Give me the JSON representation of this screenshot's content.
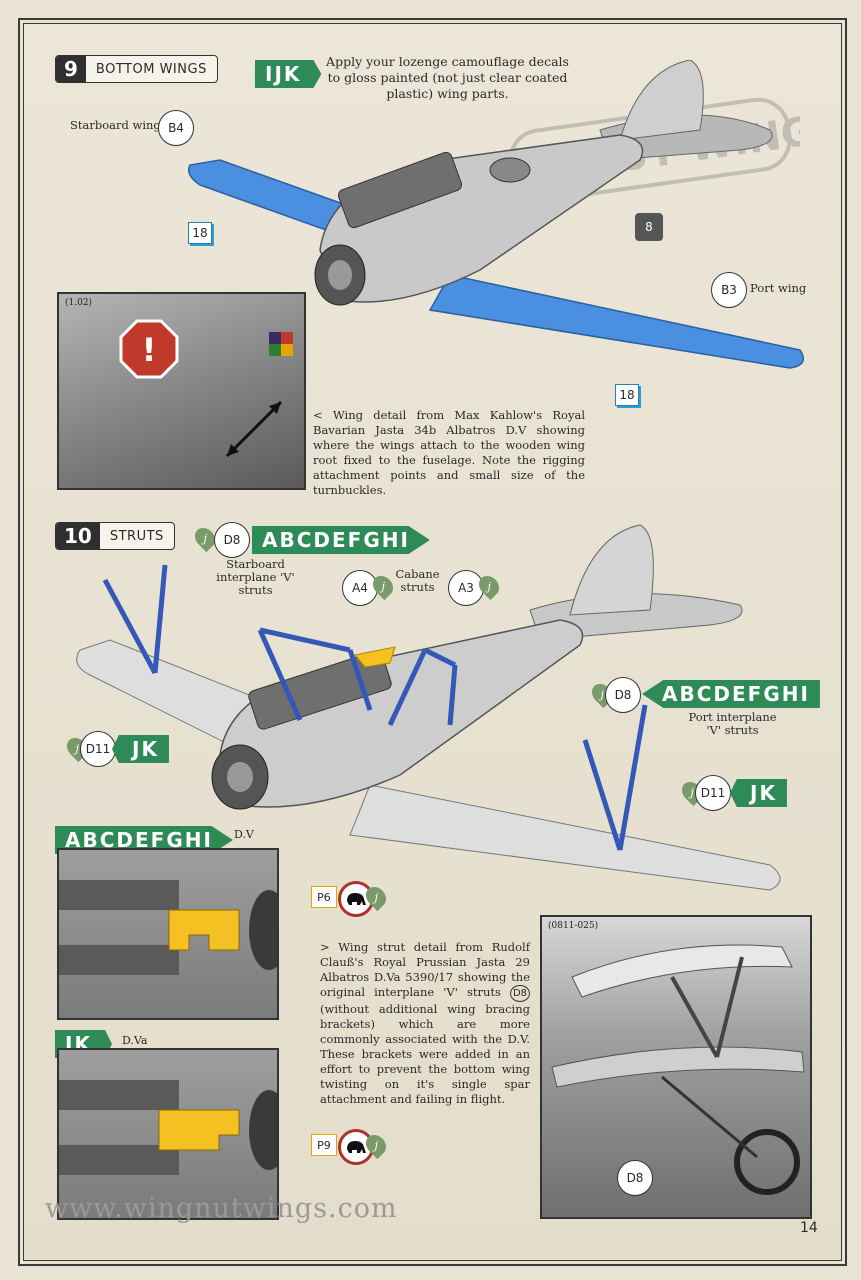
{
  "step9": {
    "number": "9",
    "title": "BOTTOM WINGS",
    "tag": "IJK",
    "instruction": "Apply your lozenge camouflage decals to gloss painted (not just clear coated plastic) wing parts.",
    "starboard_label": "Starboard wing",
    "port_label": "Port wing",
    "part_starboard": "B4",
    "part_port": "B3",
    "part_fuselage": "8",
    "decal_18_a": "18",
    "decal_18_b": "18",
    "photo_ref": "(1.02)",
    "photo_caption": "< Wing detail from Max Kahlow's Royal Bavarian Jasta 34b Albatros D.V showing where the wings attach to the wooden wing root fixed to the fuselage. Note the rigging attachment points and small size of the turnbuckles."
  },
  "step10": {
    "number": "10",
    "title": "STRUTS",
    "tag_starboard": "ABCDEFGHI",
    "part_d8_top": "D8",
    "starboard_struts_label": "Starboard interplane 'V' struts",
    "part_a4": "A4",
    "cabane_label": "Cabane struts",
    "part_a3": "A3",
    "part_d8_port": "D8",
    "tag_port": "ABCDEFGHI",
    "port_struts_label": "Port interplane 'V' struts",
    "part_d11_left": "D11",
    "tag_jk_left": "JK",
    "part_d11_right": "D11",
    "tag_jk_right": "JK",
    "j": "j"
  },
  "detail_dv": {
    "tag": "ABCDEFGHI",
    "model": "D.V",
    "part": "P6"
  },
  "detail_dva": {
    "tag": "JK",
    "model": "D.Va",
    "part": "P9"
  },
  "strut_caption": {
    "text_before": "> Wing strut detail from Rudolf Clauß's Royal Prussian Jasta 29 Albatros D.Va 5390/17 showing the original interplane 'V' struts",
    "inline_part": "D8",
    "text_after": "(without additional wing bracing brackets) which are more commonly associated with the D.V. These brackets were added in an effort to prevent the bottom wing twisting on it's single spar attachment and failing in flight."
  },
  "photo2": {
    "ref": "(0811-025)",
    "part": "D8"
  },
  "watermark": "WINGNUT WINGS",
  "footer": {
    "website": "www.wingnutwings.com",
    "page_number": "14"
  },
  "colors": {
    "tag_green": "#2e8b57",
    "wing_blue": "#4a8fe0",
    "strut_blue": "#3458b8",
    "highlight_yellow": "#f5c021",
    "warning_red": "#b03030"
  }
}
